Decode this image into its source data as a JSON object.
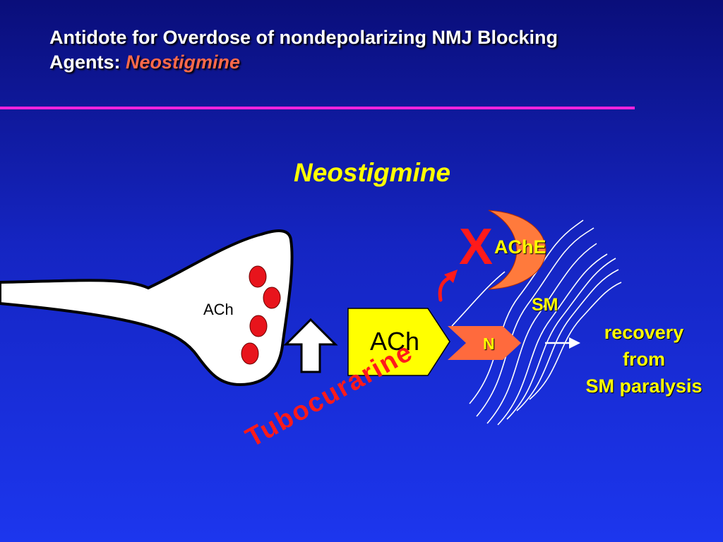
{
  "slide": {
    "title_line1": "Antidote for Overdose of nondepolarizing NMJ Blocking",
    "title_line2_prefix": "Agents: ",
    "title_line2_highlight": "Neostigmine"
  },
  "diagram": {
    "heading": "Neostigmine",
    "nerve_terminal_label": "ACh",
    "released_ach_label": "ACh",
    "receptor_label": "N",
    "enzyme_label": "AChE",
    "inhibition_mark": "X",
    "muscle_label": "SM",
    "blocker_label": "Tubocurarine",
    "outcome_lines": [
      "recovery",
      "from",
      "SM paralysis"
    ]
  },
  "colors": {
    "background": "#1525c2",
    "title_text": "#ffffff",
    "highlight": "#ff6a4a",
    "rule": "#ff22dd",
    "heading": "#ffff00",
    "vesicle": "#e8141c",
    "ach_box": "#ffff00",
    "receptor": "#ff6a3d",
    "enzyme": "#ff7a3c",
    "blocker_text": "#ff1a1a",
    "label_text": "#ffff00"
  },
  "icons": {
    "release_arrow": "up-arrow-icon",
    "inhibition_arrow": "curved-arrow-icon",
    "outcome_arrow": "right-arrow-icon"
  }
}
